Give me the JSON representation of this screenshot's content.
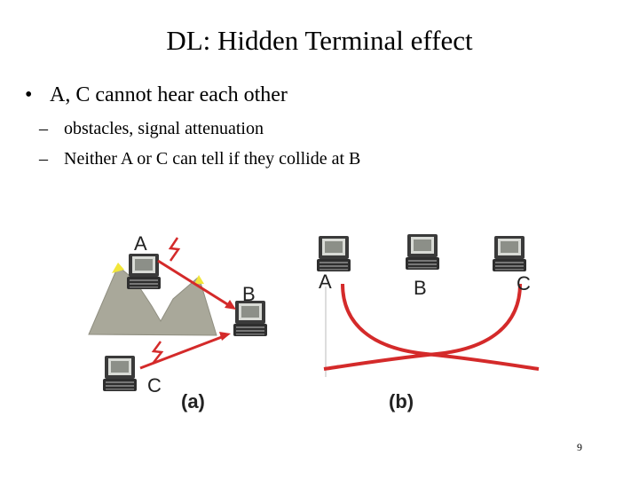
{
  "slide": {
    "title": "DL: Hidden Terminal effect",
    "bullet": "A, C cannot hear each other",
    "subbullets": [
      "obstacles, signal attenuation",
      "Neither A or C can tell if they collide at B"
    ],
    "page_number": "9"
  },
  "figure": {
    "a": {
      "label_a": "A",
      "label_b": "B",
      "label_c": "C",
      "caption": "(a)"
    },
    "b": {
      "label_a": "A",
      "label_b": "B",
      "label_c": "C",
      "caption": "(b)"
    }
  },
  "colors": {
    "signal": "#d42a2a",
    "mountain": "#a9a89a",
    "snow": "#f2e63a",
    "laptop": "#3a3a3a"
  }
}
